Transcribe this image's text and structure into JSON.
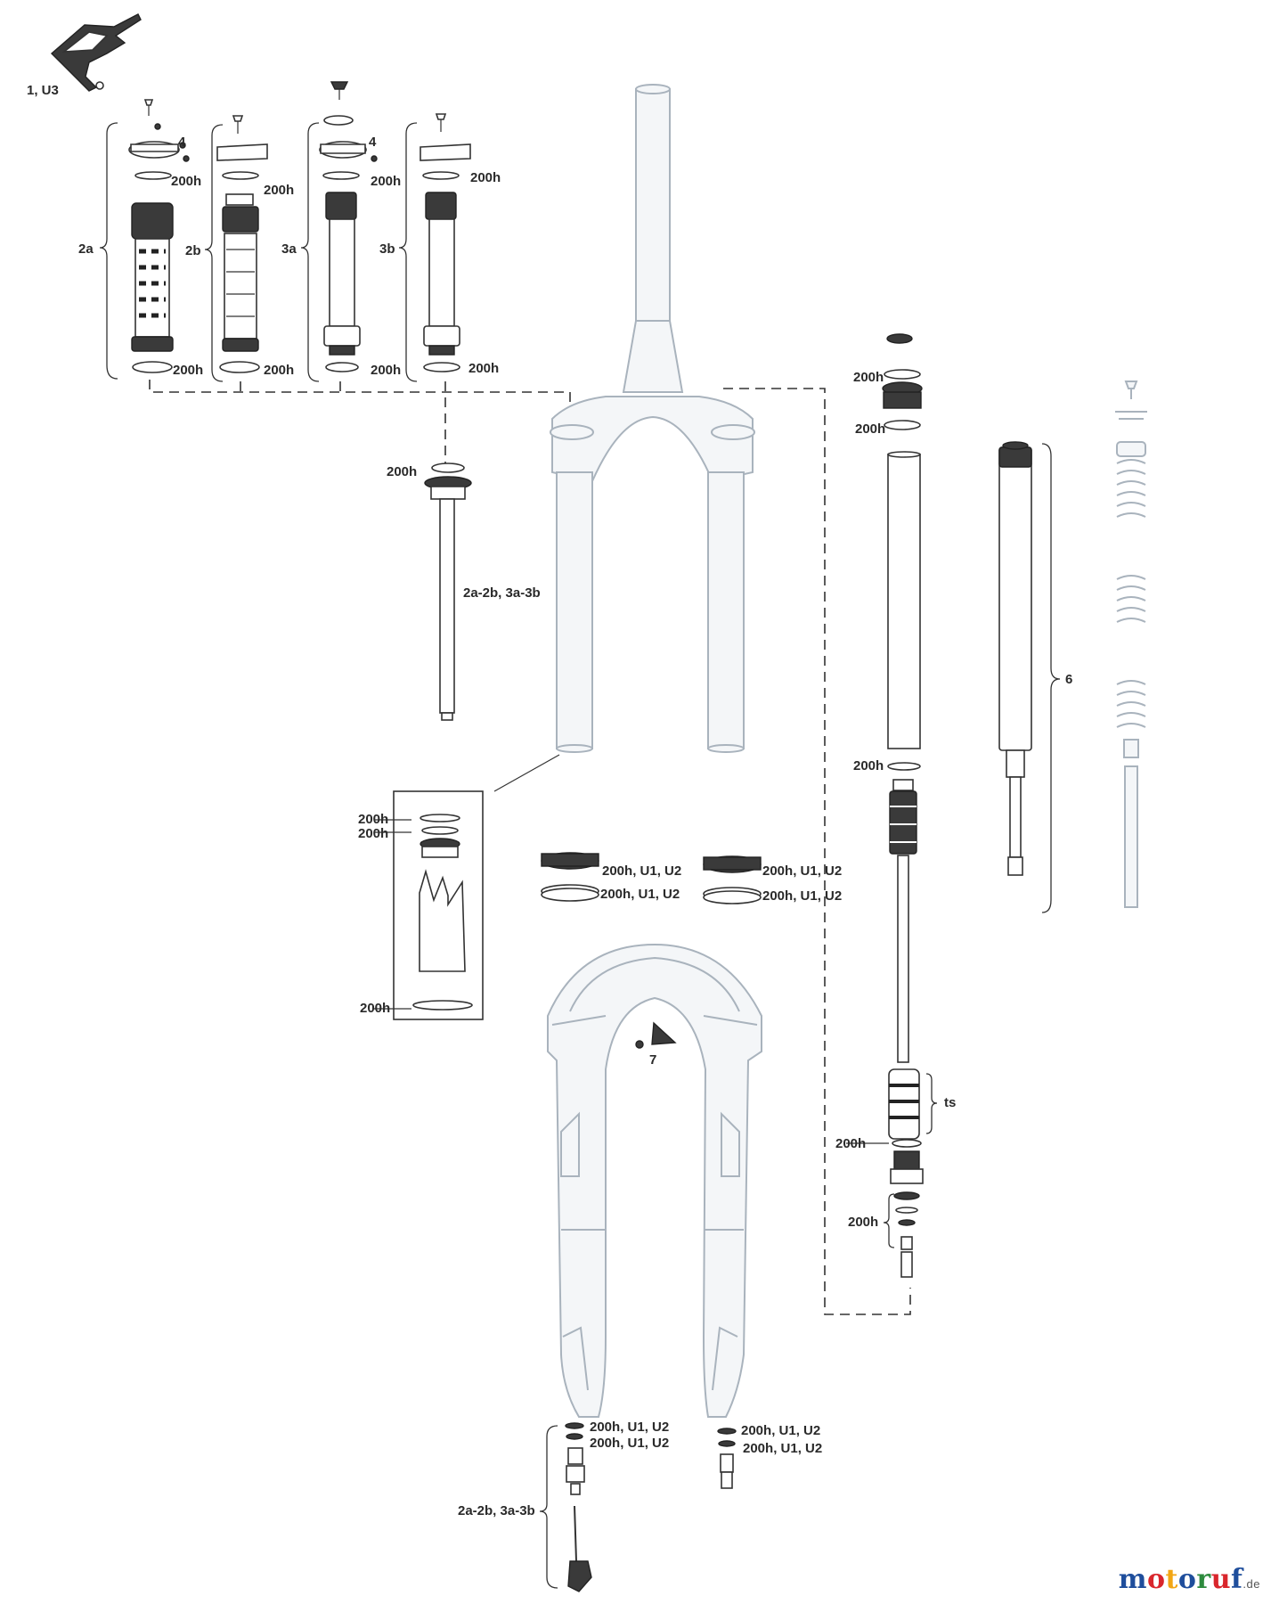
{
  "labels": {
    "shifter": "1, U3",
    "cart_2a": "2a",
    "cart_2b": "2b",
    "cart_3a": "3a",
    "cart_3b": "3b",
    "ref_4": "4",
    "ref_200h": "200h",
    "rod": "2a-2b, 3a-3b",
    "ref_6": "6",
    "ref_7": "7",
    "ref_ts": "ts",
    "bushing": "200h, U1, U2",
    "bottom_rod": "2a-2b, 3a-3b"
  },
  "logo": {
    "text_parts": [
      {
        "char": "m",
        "color": "#1f4e9c"
      },
      {
        "char": "o",
        "color": "#d9262c"
      },
      {
        "char": "t",
        "color": "#f2a614"
      },
      {
        "char": "o",
        "color": "#1f4e9c"
      },
      {
        "char": "r",
        "color": "#2e8b3e"
      },
      {
        "char": "u",
        "color": "#d9262c"
      },
      {
        "char": "f",
        "color": "#1f4e9c"
      }
    ],
    "suffix": ".de"
  },
  "colors": {
    "line": "#333333",
    "ghost": "#a9b3bd",
    "ghost_fill": "#f4f6f8"
  }
}
